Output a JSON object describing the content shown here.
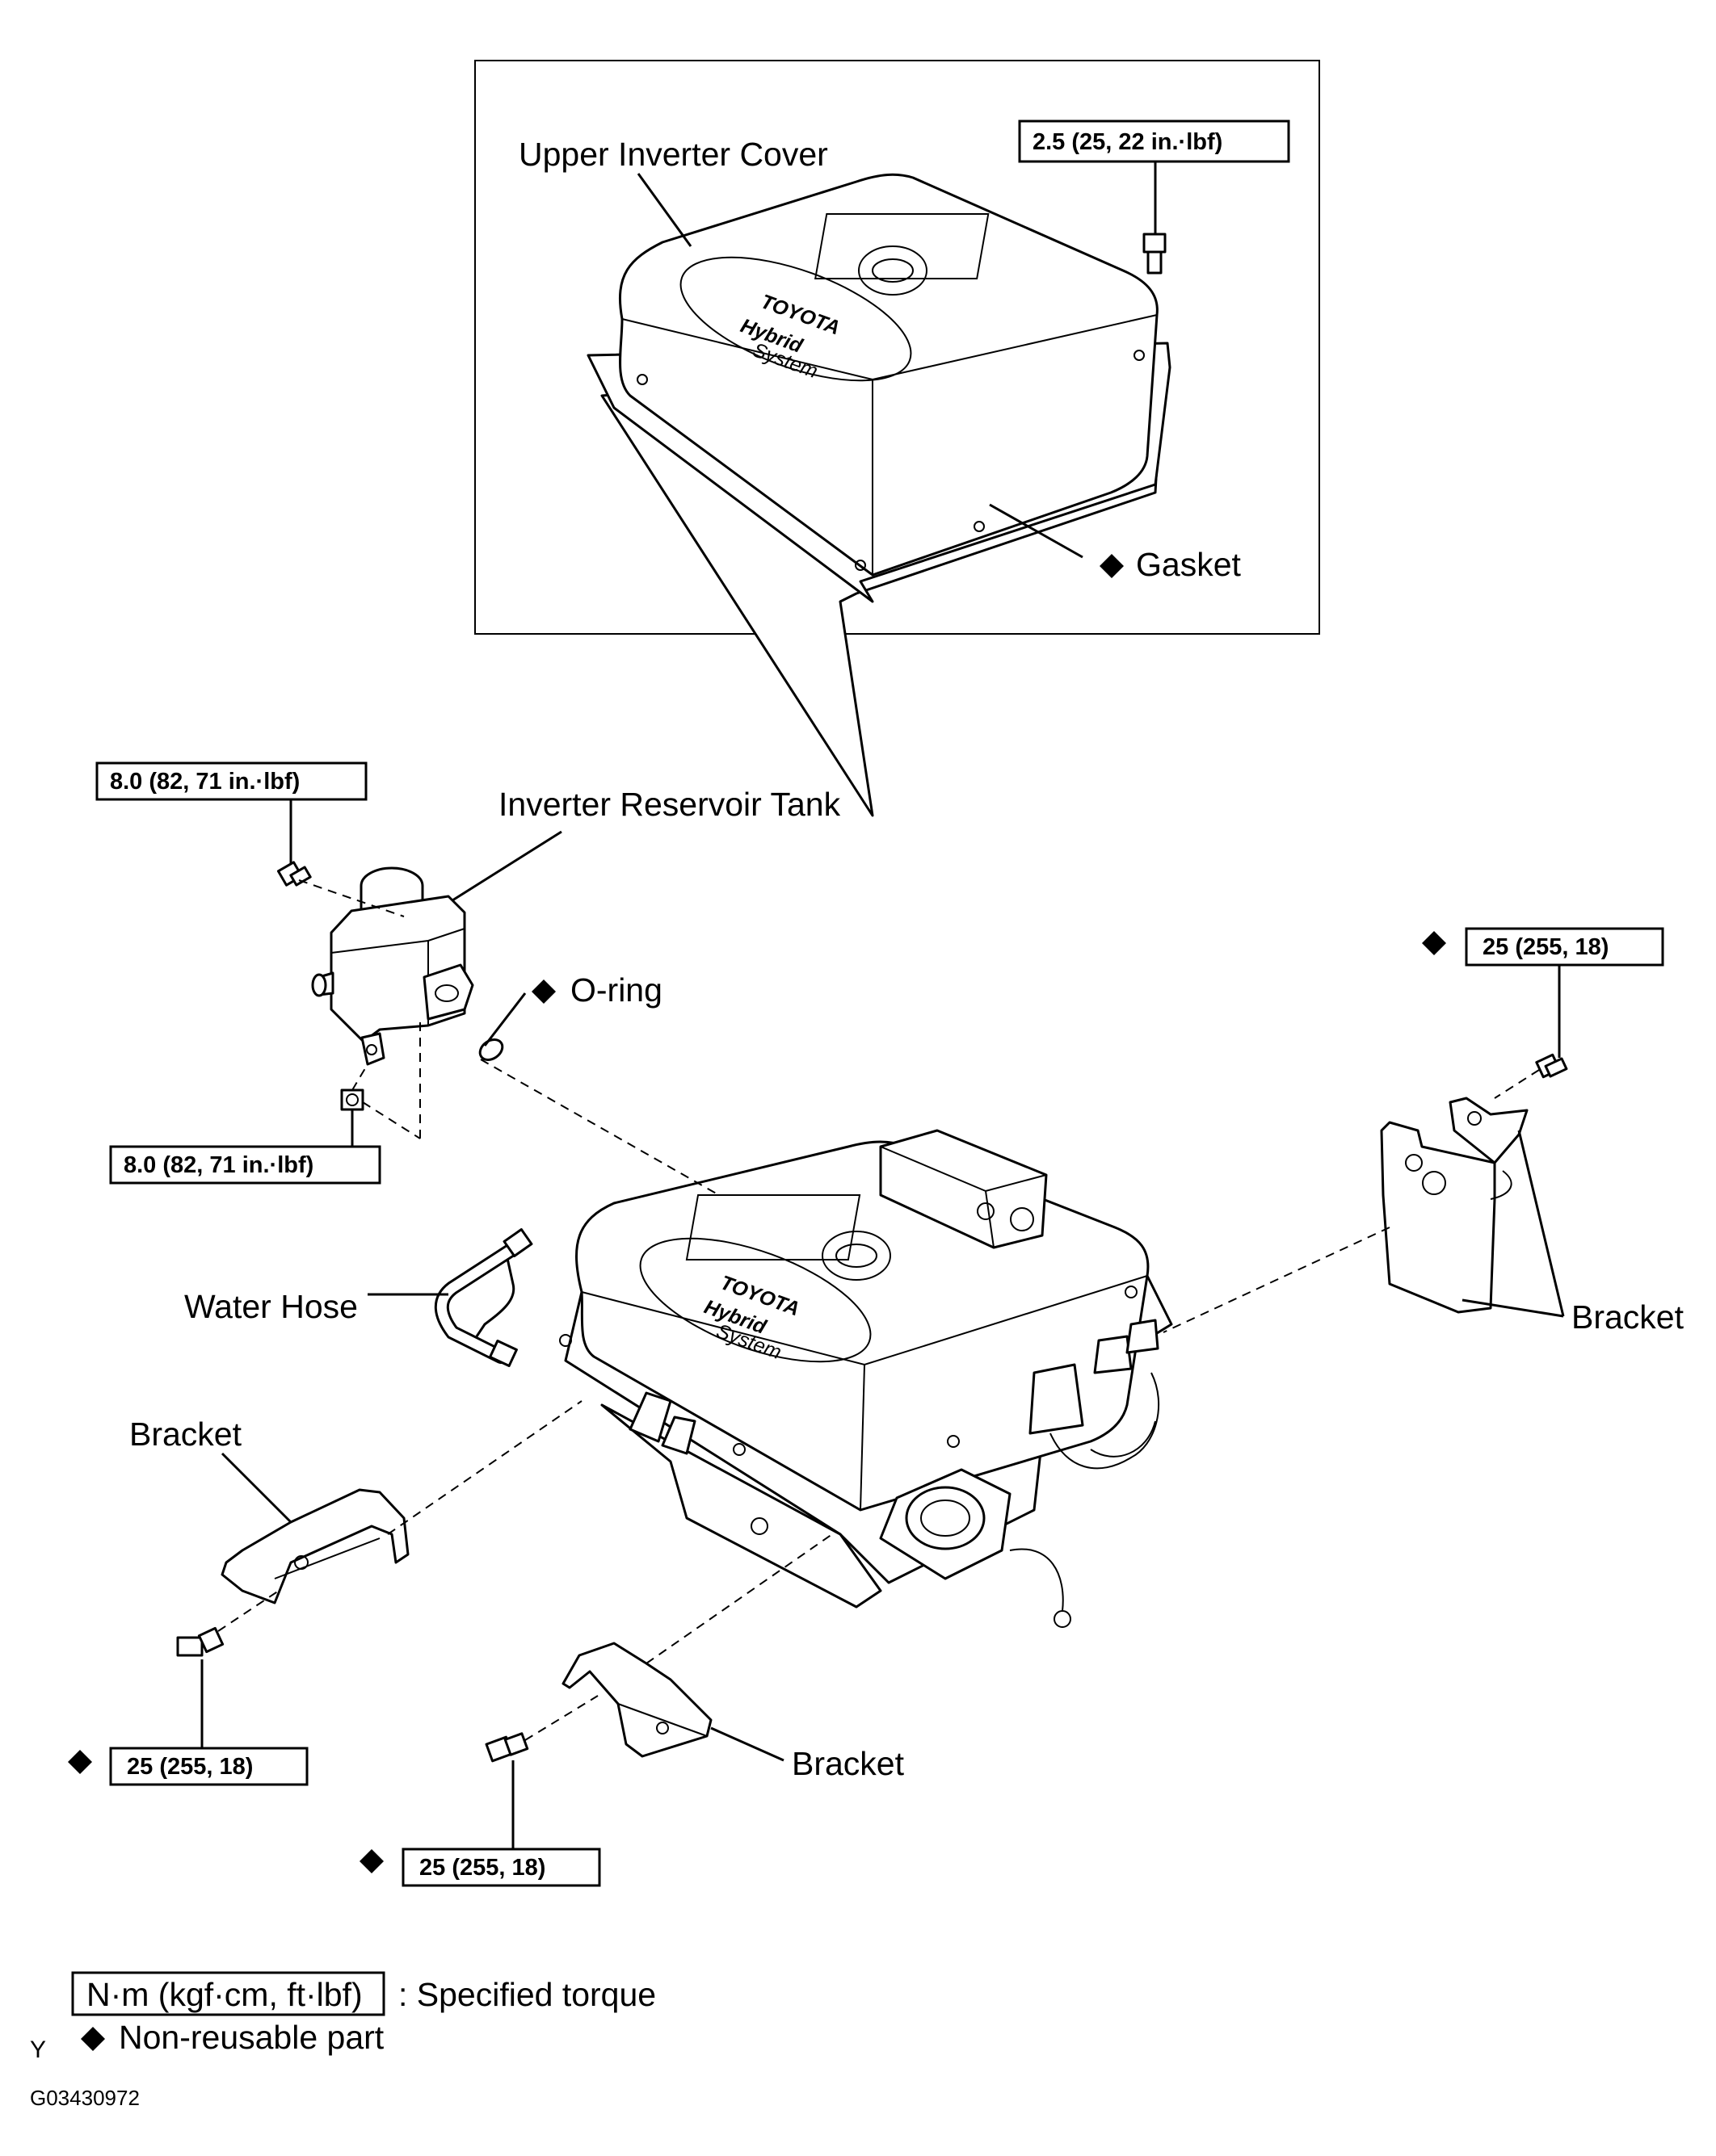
{
  "labels": {
    "upper_inverter_cover": "Upper Inverter Cover",
    "gasket": "Gasket",
    "inverter_reservoir_tank": "Inverter Reservoir Tank",
    "o_ring": "O-ring",
    "water_hose": "Water Hose",
    "bracket_right": "Bracket",
    "bracket_left": "Bracket",
    "bracket_bottom": "Bracket"
  },
  "torque": {
    "upper_cover_bolt": "2.5 (25, 22 in.·lbf)",
    "reservoir_bolt": "8.0 (82, 71 in.·lbf)",
    "reservoir_nut": "8.0 (82, 71 in.·lbf)",
    "bracket_right_bolt": "25 (255, 18)",
    "bracket_left_bolt": "25 (255, 18)",
    "bracket_bottom_bolt": "25 (255, 18)"
  },
  "logo_text": {
    "brand": "TOYOTA",
    "line1": "Hybrid",
    "line2": "System"
  },
  "legend": {
    "torque_unit": "N·m (kgf·cm, ft·lbf)",
    "torque_desc": ": Specified torque",
    "nonreusable_desc": "Non-reusable  part"
  },
  "corner_mark": "Y",
  "figure_code": "G03430972",
  "icons": [
    "diamond-icon"
  ]
}
